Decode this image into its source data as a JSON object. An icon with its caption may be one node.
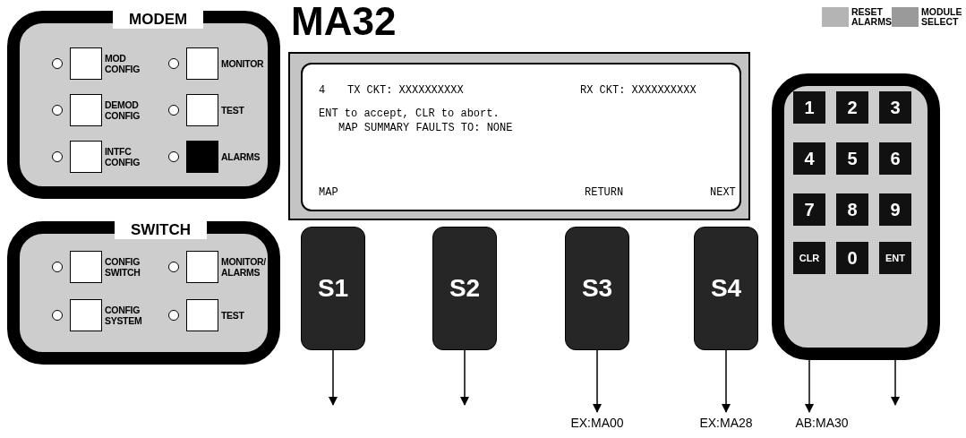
{
  "diagram": {
    "title": "MA32",
    "nodes": [
      {
        "text": [
          "MODEM"
        ]
      },
      {
        "text": [
          "MOD CONFIG"
        ],
        "in": 0
      },
      {
        "text": [
          "MONITOR"
        ],
        "in": 0
      },
      {
        "text": [
          "DEMOD CONFIG"
        ],
        "in": 0
      },
      {
        "text": [
          "TEST"
        ],
        "in": 0
      },
      {
        "text": [
          "INTFC CONFIG"
        ],
        "in": 0
      },
      {
        "text": [
          "ALARMS"
        ],
        "in": 0
      },
      {
        "text": [
          "SWITCH"
        ]
      },
      {
        "text": [
          "CONFIG SWITCH"
        ],
        "in": 7
      },
      {
        "text": [
          "MONITOR/ ALARMS"
        ],
        "in": 7
      },
      {
        "text": [
          "CONFIG SYSTEM"
        ],
        "in": 7
      },
      {
        "text": [
          "TEST"
        ],
        "in": 7
      },
      {
        "text": [
          "4",
          "TX CKT: XXXXXXXXXX",
          "RX CKT: XXXXXXXXXX",
          "ENT to accept, CLR to abort.",
          "MAP SUMMARY FAULTS TO: NONE",
          "MAP",
          "RETURN",
          "NEXT"
        ]
      },
      {
        "text": [
          "S1"
        ]
      },
      {
        "text": [
          "S2"
        ]
      },
      {
        "text": [
          "S3"
        ]
      },
      {
        "text": [
          "S4"
        ]
      },
      {
        "text": [],
        "shape": "box"
      },
      {
        "text": [
          "1"
        ],
        "in": 17
      },
      {
        "text": [
          "2"
        ],
        "in": 17
      },
      {
        "text": [
          "3"
        ],
        "in": 17
      },
      {
        "text": [
          "4"
        ],
        "in": 17
      },
      {
        "text": [
          "5"
        ],
        "in": 17
      },
      {
        "text": [
          "6"
        ],
        "in": 17
      },
      {
        "text": [
          "7"
        ],
        "in": 17
      },
      {
        "text": [
          "8"
        ],
        "in": 17
      },
      {
        "text": [
          "9"
        ],
        "in": 17
      },
      {
        "text": [
          "CLR"
        ],
        "in": 17
      },
      {
        "text": [
          "0"
        ],
        "in": 17
      },
      {
        "text": [
          "ENT"
        ],
        "in": 17
      },
      {
        "text": [
          "EX:MA00"
        ]
      },
      {
        "text": [
          "EX:MA28"
        ]
      },
      {
        "text": [
          "AB:MA30"
        ]
      }
    ],
    "edges": [
      {
        "from": 13,
        "to": null,
        "arrow": "to"
      },
      {
        "from": 14,
        "to": null,
        "arrow": "to"
      },
      {
        "from": 15,
        "to": 30,
        "arrow": "to"
      },
      {
        "from": 16,
        "to": 31,
        "arrow": "to"
      },
      {
        "from": 27,
        "to": 32,
        "arrow": "to"
      },
      {
        "from": 29,
        "to": null,
        "arrow": "to"
      }
    ],
    "legend": [
      {
        "text": "RESET ALARMS",
        "color": "#b4b4b4"
      },
      {
        "text": "MODULE SELECT",
        "color": "#9a9a9a"
      }
    ]
  }
}
